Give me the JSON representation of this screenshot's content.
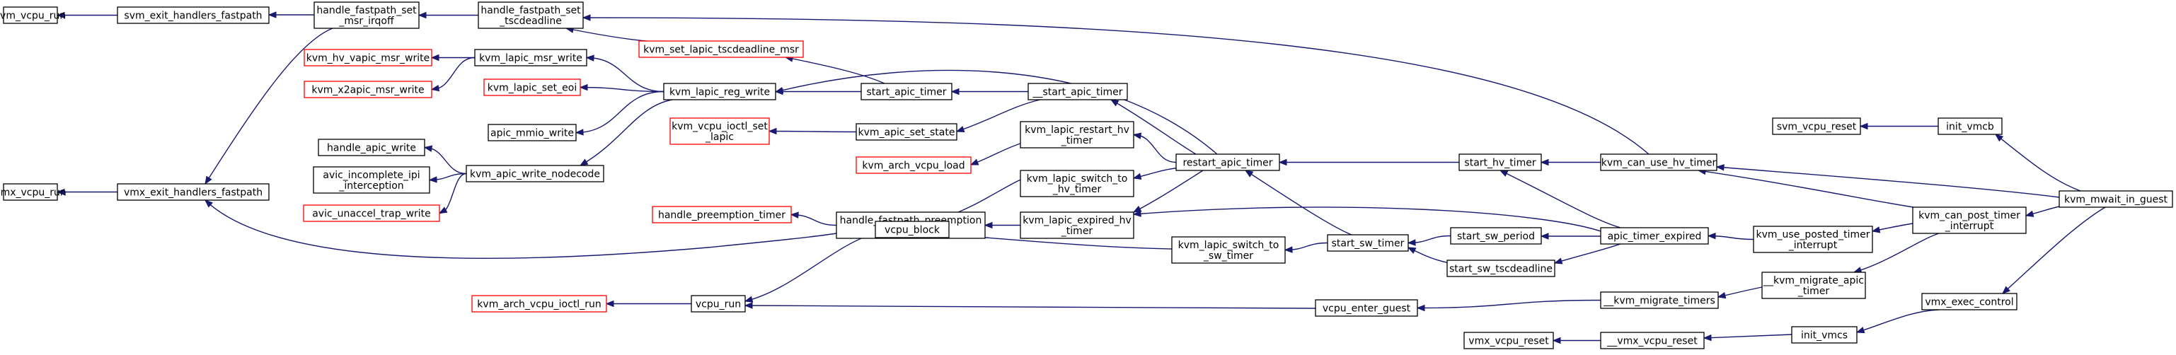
{
  "colors": {
    "edge": "#191970",
    "border_normal": "#000000",
    "border_truncated": "#ff0000",
    "highlight_fill": "#a0a0a0",
    "background": "#ffffff"
  },
  "nodes": [
    {
      "id": "svm_vcpu_run",
      "lines": [
        "svm_vcpu_run"
      ],
      "style": "normal"
    },
    {
      "id": "svm_exit_handlers_fastpath",
      "lines": [
        "svm_exit_handlers_fastpath"
      ],
      "style": "normal"
    },
    {
      "id": "handle_fastpath_set_msr_irqoff",
      "lines": [
        "handle_fastpath_set",
        "_msr_irqoff"
      ],
      "style": "normal"
    },
    {
      "id": "handle_fastpath_set_tscdeadline",
      "lines": [
        "handle_fastpath_set",
        "_tscdeadline"
      ],
      "style": "normal"
    },
    {
      "id": "kvm_hv_vapic_msr_write",
      "lines": [
        "kvm_hv_vapic_msr_write"
      ],
      "style": "truncated"
    },
    {
      "id": "kvm_x2apic_msr_write",
      "lines": [
        "kvm_x2apic_msr_write"
      ],
      "style": "truncated"
    },
    {
      "id": "kvm_lapic_msr_write",
      "lines": [
        "kvm_lapic_msr_write"
      ],
      "style": "normal"
    },
    {
      "id": "kvm_set_lapic_tscdeadline_msr",
      "lines": [
        "kvm_set_lapic_tscdeadline_msr"
      ],
      "style": "truncated"
    },
    {
      "id": "kvm_lapic_set_eoi",
      "lines": [
        "kvm_lapic_set_eoi"
      ],
      "style": "truncated"
    },
    {
      "id": "apic_mmio_write",
      "lines": [
        "apic_mmio_write"
      ],
      "style": "normal"
    },
    {
      "id": "kvm_lapic_reg_write",
      "lines": [
        "kvm_lapic_reg_write"
      ],
      "style": "normal"
    },
    {
      "id": "start_apic_timer",
      "lines": [
        "start_apic_timer"
      ],
      "style": "normal"
    },
    {
      "id": "__start_apic_timer",
      "lines": [
        "__start_apic_timer"
      ],
      "style": "normal"
    },
    {
      "id": "kvm_vcpu_ioctl_set_lapic",
      "lines": [
        "kvm_vcpu_ioctl_set",
        "_lapic"
      ],
      "style": "truncated"
    },
    {
      "id": "kvm_apic_set_state",
      "lines": [
        "kvm_apic_set_state"
      ],
      "style": "normal"
    },
    {
      "id": "kvm_lapic_restart_hv_timer",
      "lines": [
        "kvm_lapic_restart_hv",
        "_timer"
      ],
      "style": "normal"
    },
    {
      "id": "kvm_arch_vcpu_load",
      "lines": [
        "kvm_arch_vcpu_load"
      ],
      "style": "truncated"
    },
    {
      "id": "vmx_vcpu_run",
      "lines": [
        "vmx_vcpu_run"
      ],
      "style": "normal"
    },
    {
      "id": "vmx_exit_handlers_fastpath",
      "lines": [
        "vmx_exit_handlers_fastpath"
      ],
      "style": "normal"
    },
    {
      "id": "handle_apic_write",
      "lines": [
        "handle_apic_write"
      ],
      "style": "normal"
    },
    {
      "id": "avic_incomplete_ipi_interception",
      "lines": [
        "avic_incomplete_ipi",
        "_interception"
      ],
      "style": "normal"
    },
    {
      "id": "avic_unaccel_trap_write",
      "lines": [
        "avic_unaccel_trap_write"
      ],
      "style": "truncated"
    },
    {
      "id": "kvm_apic_write_nodecode",
      "lines": [
        "kvm_apic_write_nodecode"
      ],
      "style": "normal"
    },
    {
      "id": "kvm_lapic_switch_to_hv_timer",
      "lines": [
        "kvm_lapic_switch_to",
        "_hv_timer"
      ],
      "style": "normal"
    },
    {
      "id": "restart_apic_timer",
      "lines": [
        "restart_apic_timer"
      ],
      "style": "normal"
    },
    {
      "id": "handle_preemption_timer",
      "lines": [
        "handle_preemption_timer"
      ],
      "style": "truncated"
    },
    {
      "id": "handle_fastpath_preemption_timer",
      "lines": [
        "handle_fastpath_preemption",
        "_timer"
      ],
      "style": "normal"
    },
    {
      "id": "kvm_lapic_expired_hv_timer",
      "lines": [
        "kvm_lapic_expired_hv",
        "_timer"
      ],
      "style": "normal"
    },
    {
      "id": "vcpu_block",
      "lines": [
        "vcpu_block"
      ],
      "style": "normal"
    },
    {
      "id": "kvm_lapic_switch_to_sw_timer",
      "lines": [
        "kvm_lapic_switch_to",
        "_sw_timer"
      ],
      "style": "normal"
    },
    {
      "id": "start_sw_timer",
      "lines": [
        "start_sw_timer"
      ],
      "style": "normal"
    },
    {
      "id": "kvm_arch_vcpu_ioctl_run",
      "lines": [
        "kvm_arch_vcpu_ioctl_run"
      ],
      "style": "truncated"
    },
    {
      "id": "vcpu_run",
      "lines": [
        "vcpu_run"
      ],
      "style": "normal"
    },
    {
      "id": "start_hv_timer",
      "lines": [
        "start_hv_timer"
      ],
      "style": "normal"
    },
    {
      "id": "start_sw_period",
      "lines": [
        "start_sw_period"
      ],
      "style": "normal"
    },
    {
      "id": "start_sw_tscdeadline",
      "lines": [
        "start_sw_tscdeadline"
      ],
      "style": "normal"
    },
    {
      "id": "vcpu_enter_guest",
      "lines": [
        "vcpu_enter_guest"
      ],
      "style": "normal"
    },
    {
      "id": "vmx_vcpu_reset",
      "lines": [
        "vmx_vcpu_reset"
      ],
      "style": "normal"
    },
    {
      "id": "apic_timer_expired",
      "lines": [
        "apic_timer_expired"
      ],
      "style": "normal"
    },
    {
      "id": "__kvm_migrate_timers",
      "lines": [
        "__kvm_migrate_timers"
      ],
      "style": "normal"
    },
    {
      "id": "__vmx_vcpu_reset",
      "lines": [
        "__vmx_vcpu_reset"
      ],
      "style": "normal"
    },
    {
      "id": "kvm_can_use_hv_timer",
      "lines": [
        "kvm_can_use_hv_timer"
      ],
      "style": "normal"
    },
    {
      "id": "kvm_use_posted_timer_interrupt",
      "lines": [
        "kvm_use_posted_timer",
        "_interrupt"
      ],
      "style": "normal"
    },
    {
      "id": "__kvm_migrate_apic_timer",
      "lines": [
        "__kvm_migrate_apic",
        "_timer"
      ],
      "style": "normal"
    },
    {
      "id": "init_vmcs",
      "lines": [
        "init_vmcs"
      ],
      "style": "normal"
    },
    {
      "id": "svm_vcpu_reset",
      "lines": [
        "svm_vcpu_reset"
      ],
      "style": "normal"
    },
    {
      "id": "init_vmcb",
      "lines": [
        "init_vmcb"
      ],
      "style": "normal"
    },
    {
      "id": "kvm_can_post_timer_interrupt",
      "lines": [
        "kvm_can_post_timer",
        "_interrupt"
      ],
      "style": "normal"
    },
    {
      "id": "vmx_exec_control",
      "lines": [
        "vmx_exec_control"
      ],
      "style": "normal"
    },
    {
      "id": "kvm_mwait_in_guest",
      "lines": [
        "kvm_mwait_in_guest"
      ],
      "style": "highlight"
    }
  ],
  "edges": [
    [
      "svm_vcpu_run",
      "svm_exit_handlers_fastpath"
    ],
    [
      "svm_exit_handlers_fastpath",
      "handle_fastpath_set_msr_irqoff"
    ],
    [
      "vmx_exit_handlers_fastpath",
      "handle_fastpath_set_msr_irqoff"
    ],
    [
      "handle_fastpath_set_msr_irqoff",
      "handle_fastpath_set_tscdeadline"
    ],
    [
      "handle_fastpath_set_tscdeadline",
      "kvm_set_lapic_tscdeadline_msr"
    ],
    [
      "handle_fastpath_set_tscdeadline",
      "kvm_can_use_hv_timer"
    ],
    [
      "kvm_hv_vapic_msr_write",
      "kvm_lapic_msr_write"
    ],
    [
      "kvm_x2apic_msr_write",
      "kvm_lapic_msr_write"
    ],
    [
      "kvm_lapic_msr_write",
      "kvm_lapic_reg_write"
    ],
    [
      "kvm_lapic_set_eoi",
      "kvm_lapic_reg_write"
    ],
    [
      "apic_mmio_write",
      "kvm_lapic_reg_write"
    ],
    [
      "kvm_apic_write_nodecode",
      "kvm_lapic_reg_write"
    ],
    [
      "kvm_set_lapic_tscdeadline_msr",
      "start_apic_timer"
    ],
    [
      "kvm_lapic_reg_write",
      "start_apic_timer"
    ],
    [
      "kvm_lapic_reg_write",
      "restart_apic_timer"
    ],
    [
      "start_apic_timer",
      "__start_apic_timer"
    ],
    [
      "kvm_vcpu_ioctl_set_lapic",
      "kvm_apic_set_state"
    ],
    [
      "kvm_apic_set_state",
      "__start_apic_timer"
    ],
    [
      "__start_apic_timer",
      "restart_apic_timer"
    ],
    [
      "kvm_arch_vcpu_load",
      "kvm_lapic_restart_hv_timer"
    ],
    [
      "kvm_lapic_restart_hv_timer",
      "restart_apic_timer"
    ],
    [
      "vmx_vcpu_run",
      "vmx_exit_handlers_fastpath"
    ],
    [
      "vmx_exit_handlers_fastpath",
      "handle_fastpath_preemption_timer"
    ],
    [
      "handle_apic_write",
      "kvm_apic_write_nodecode"
    ],
    [
      "avic_incomplete_ipi_interception",
      "kvm_apic_write_nodecode"
    ],
    [
      "avic_unaccel_trap_write",
      "kvm_apic_write_nodecode"
    ],
    [
      "vcpu_block",
      "kvm_lapic_switch_to_hv_timer"
    ],
    [
      "kvm_lapic_switch_to_hv_timer",
      "restart_apic_timer"
    ],
    [
      "kvm_lapic_expired_hv_timer",
      "restart_apic_timer"
    ],
    [
      "handle_preemption_timer",
      "handle_fastpath_preemption_timer"
    ],
    [
      "handle_fastpath_preemption_timer",
      "kvm_lapic_expired_hv_timer"
    ],
    [
      "kvm_lapic_expired_hv_timer",
      "apic_timer_expired"
    ],
    [
      "vcpu_block",
      "kvm_lapic_switch_to_sw_timer"
    ],
    [
      "kvm_lapic_switch_to_sw_timer",
      "start_sw_timer"
    ],
    [
      "restart_apic_timer",
      "start_hv_timer"
    ],
    [
      "restart_apic_timer",
      "start_sw_timer"
    ],
    [
      "vcpu_run",
      "vcpu_block"
    ],
    [
      "kvm_arch_vcpu_ioctl_run",
      "vcpu_run"
    ],
    [
      "vcpu_run",
      "vcpu_enter_guest"
    ],
    [
      "start_sw_timer",
      "start_sw_period"
    ],
    [
      "start_sw_timer",
      "start_sw_tscdeadline"
    ],
    [
      "start_hv_timer",
      "kvm_can_use_hv_timer"
    ],
    [
      "start_hv_timer",
      "apic_timer_expired"
    ],
    [
      "start_sw_period",
      "apic_timer_expired"
    ],
    [
      "start_sw_tscdeadline",
      "apic_timer_expired"
    ],
    [
      "vcpu_enter_guest",
      "__kvm_migrate_timers"
    ],
    [
      "apic_timer_expired",
      "kvm_use_posted_timer_interrupt"
    ],
    [
      "__kvm_migrate_timers",
      "__kvm_migrate_apic_timer"
    ],
    [
      "vmx_vcpu_reset",
      "__vmx_vcpu_reset"
    ],
    [
      "__vmx_vcpu_reset",
      "init_vmcs"
    ],
    [
      "kvm_can_use_hv_timer",
      "kvm_can_post_timer_interrupt"
    ],
    [
      "kvm_can_use_hv_timer",
      "kvm_mwait_in_guest"
    ],
    [
      "kvm_use_posted_timer_interrupt",
      "kvm_can_post_timer_interrupt"
    ],
    [
      "__kvm_migrate_apic_timer",
      "kvm_can_post_timer_interrupt"
    ],
    [
      "svm_vcpu_reset",
      "init_vmcb"
    ],
    [
      "init_vmcb",
      "kvm_mwait_in_guest"
    ],
    [
      "kvm_can_post_timer_interrupt",
      "kvm_mwait_in_guest"
    ],
    [
      "init_vmcs",
      "vmx_exec_control"
    ],
    [
      "vmx_exec_control",
      "kvm_mwait_in_guest"
    ]
  ]
}
